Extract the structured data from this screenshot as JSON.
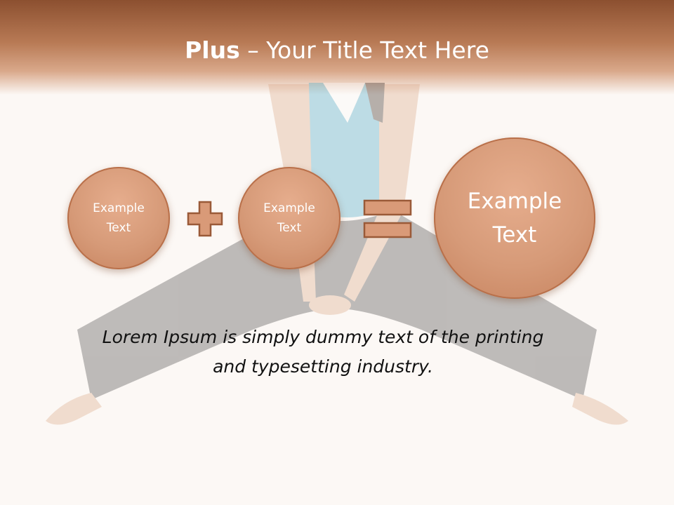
{
  "slide": {
    "title_bold": "Plus",
    "title_rest": " – Your Title Text Here"
  },
  "circles": [
    {
      "label": "Example\nText"
    },
    {
      "label": "Example\nText"
    },
    {
      "label": "Example\nText"
    }
  ],
  "caption": "Lorem Ipsum is simply dummy text of the printing\nand typesetting industry.",
  "colors": {
    "header": "#8c5030",
    "circle_fill": "#d69a78",
    "circle_border": "#b9704a",
    "shirt": "#6ab3c9",
    "pants": "#4a4a4a",
    "background": "#fcf8f5"
  },
  "icons": {
    "plus": "plus-icon",
    "equals": "equals-icon"
  }
}
